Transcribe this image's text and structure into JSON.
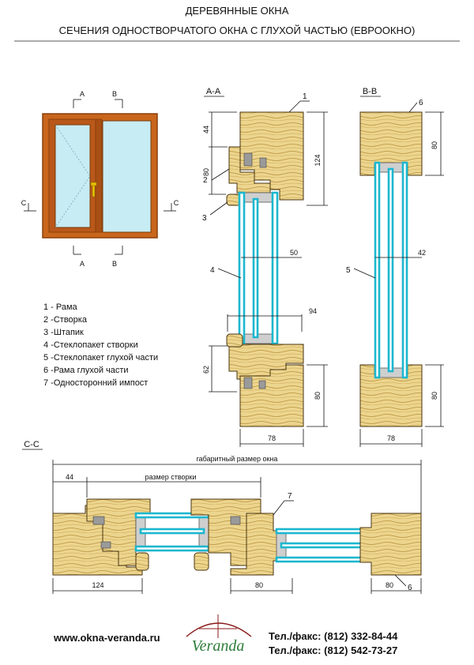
{
  "header": {
    "title": "ДЕРЕВЯННЫЕ ОКНА",
    "subtitle": "СЕЧЕНИЯ  ОДНОСТВОРЧАТОГО ОКНА С ГЛУХОЙ ЧАСТЬЮ  (ЕВРООКНО)"
  },
  "window_view": {
    "cut_labels": {
      "a": "A",
      "b": "B",
      "c": "C"
    },
    "colors": {
      "frame": "#c8661c",
      "frame_dark": "#8a3f0a",
      "glass": "#c7ecf3",
      "handle": "#e8c200"
    }
  },
  "sections": {
    "aa": {
      "title": "A-A",
      "dims": {
        "top_44": "44",
        "mid_80": "80",
        "total_124": "124",
        "glass_50": "50",
        "width_94": "94",
        "low_62": "62",
        "bottom_80": "80",
        "base_78": "78"
      },
      "callouts": {
        "c1": "1",
        "c2": "2",
        "c3": "3",
        "c4": "4"
      }
    },
    "bb": {
      "title": "B-B",
      "dims": {
        "top_80": "80",
        "glass_42": "42",
        "bottom_80": "80",
        "base_78": "78"
      },
      "callouts": {
        "c6": "6",
        "c5": "5"
      }
    },
    "cc": {
      "title": "C-C",
      "dims": {
        "overall": "габаритный размер окна",
        "sash_size": "размер створки",
        "left_44": "44",
        "left_124": "124",
        "mid_80": "80",
        "right_80": "80"
      },
      "callouts": {
        "c7": "7",
        "c6": "6"
      }
    }
  },
  "legend": [
    "1 - Рама",
    "2 -Створка",
    "3 -Штапик",
    "4 -Стеклопакет створки",
    "5 -Стеклопакет глухой части",
    "6 -Рама глухой части",
    "7 -Односторонний импост"
  ],
  "footer": {
    "website": "www.okna-veranda.ru",
    "logo_text": "Veranda",
    "phone1": "Тел./факс: (812) 332-84-44",
    "phone2": "Тел./факс: (812) 542-73-27"
  }
}
